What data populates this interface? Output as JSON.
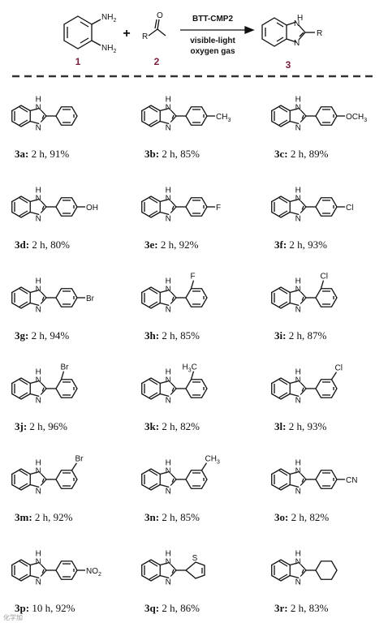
{
  "scheme": {
    "reactant1": {
      "label": "1",
      "substituent1": "NH",
      "substituent1_sub": "2",
      "substituent2": "NH",
      "substituent2_sub": "2"
    },
    "reactant2": {
      "label": "2",
      "r_group": "R",
      "oxygen": "O"
    },
    "plus": "+",
    "conditions": {
      "catalyst": "BTT-CMP2",
      "line1": "visible-light",
      "line2": "oxygen gas"
    },
    "product": {
      "label": "3",
      "nh": "H",
      "n": "N",
      "nh_n": "N",
      "r_group": "R"
    }
  },
  "compounds": [
    {
      "id": "3a",
      "time": "2 h",
      "yield": "91%",
      "sub": "H",
      "pos": "p",
      "ring": "phenyl"
    },
    {
      "id": "3b",
      "time": "2 h",
      "yield": "85%",
      "sub": "CH3",
      "pos": "p",
      "ring": "phenyl"
    },
    {
      "id": "3c",
      "time": "2 h",
      "yield": "89%",
      "sub": "OCH3",
      "pos": "p",
      "ring": "phenyl"
    },
    {
      "id": "3d",
      "time": "2 h",
      "yield": "80%",
      "sub": "OH",
      "pos": "p",
      "ring": "phenyl"
    },
    {
      "id": "3e",
      "time": "2 h",
      "yield": "92%",
      "sub": "F",
      "pos": "p",
      "ring": "phenyl"
    },
    {
      "id": "3f",
      "time": "2 h",
      "yield": "93%",
      "sub": "Cl",
      "pos": "p",
      "ring": "phenyl"
    },
    {
      "id": "3g",
      "time": "2 h",
      "yield": "94%",
      "sub": "Br",
      "pos": "p",
      "ring": "phenyl"
    },
    {
      "id": "3h",
      "time": "2 h",
      "yield": "85%",
      "sub": "F",
      "pos": "o",
      "ring": "phenyl"
    },
    {
      "id": "3i",
      "time": "2 h",
      "yield": "87%",
      "sub": "Cl",
      "pos": "o",
      "ring": "phenyl"
    },
    {
      "id": "3j",
      "time": "2 h",
      "yield": "96%",
      "sub": "Br",
      "pos": "o",
      "ring": "phenyl"
    },
    {
      "id": "3k",
      "time": "2 h",
      "yield": "82%",
      "sub": "H3C",
      "pos": "o",
      "ring": "phenyl"
    },
    {
      "id": "3l",
      "time": "2 h",
      "yield": "93%",
      "sub": "Cl",
      "pos": "m",
      "ring": "phenyl"
    },
    {
      "id": "3m",
      "time": "2 h",
      "yield": "92%",
      "sub": "Br",
      "pos": "m",
      "ring": "phenyl"
    },
    {
      "id": "3n",
      "time": "2 h",
      "yield": "85%",
      "sub": "CH3",
      "pos": "m",
      "ring": "phenyl"
    },
    {
      "id": "3o",
      "time": "2 h",
      "yield": "82%",
      "sub": "CN",
      "pos": "p",
      "ring": "phenyl"
    },
    {
      "id": "3p",
      "time": "10 h",
      "yield": "92%",
      "sub": "NO2",
      "pos": "p",
      "ring": "phenyl"
    },
    {
      "id": "3q",
      "time": "2 h",
      "yield": "86%",
      "sub": "S",
      "pos": "",
      "ring": "thiophene"
    },
    {
      "id": "3r",
      "time": "2 h",
      "yield": "83%",
      "sub": "",
      "pos": "",
      "ring": "cyclohexyl"
    }
  ],
  "atoms": {
    "nh_h": "H",
    "n": "N"
  },
  "watermark": "化学加"
}
